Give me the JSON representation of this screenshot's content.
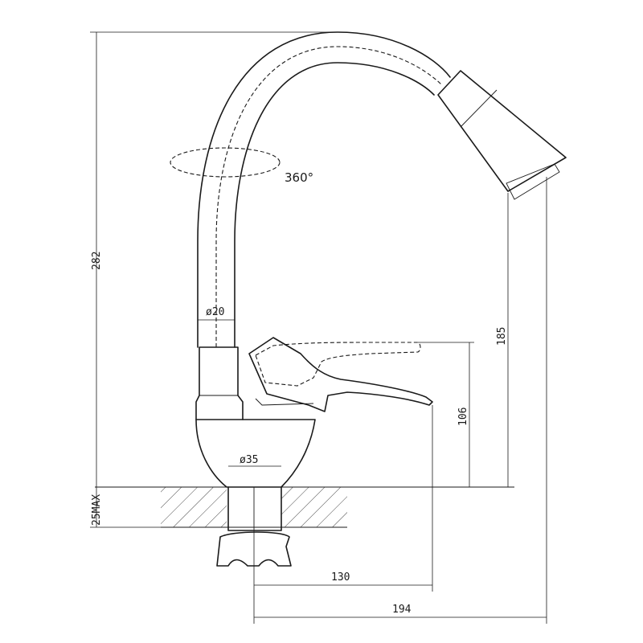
{
  "dimensions": {
    "total_height": "282",
    "spout_outlet_height": "185",
    "lever_height": "106",
    "counter_thickness": "25MAX",
    "lever_reach": "130",
    "spout_reach": "194",
    "spout_diameter": "ø20",
    "shank_diameter": "ø35"
  },
  "rotation_label": "360°",
  "colors": {
    "line": "#1a1a1a",
    "background": "#ffffff"
  }
}
